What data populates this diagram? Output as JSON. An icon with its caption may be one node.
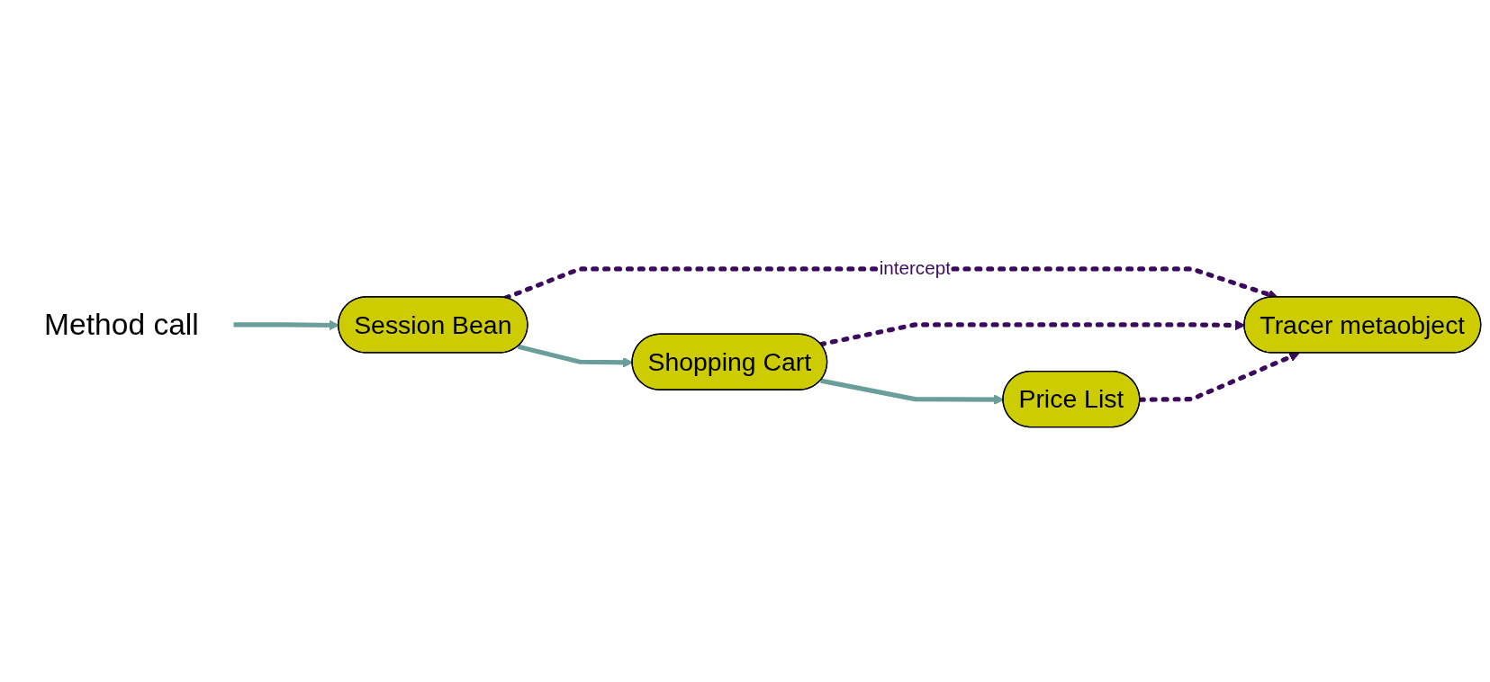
{
  "diagram": {
    "nodes": [
      {
        "text": [
          "Tracer metaobject"
        ]
      },
      {
        "text": [
          "Session Bean"
        ]
      },
      {
        "text": [
          "Shopping Cart"
        ]
      },
      {
        "text": [
          "Price List"
        ]
      },
      {
        "text": [
          "Method call"
        ]
      }
    ],
    "edges": [
      {
        "from": 4,
        "to": 1,
        "arrow": "to",
        "color": "#6a9e9a"
      },
      {
        "from": 1,
        "to": 0,
        "arrow": "to",
        "label": "intercept",
        "style": "dashed",
        "color": "#3b0a5c"
      },
      {
        "from": 1,
        "to": 2,
        "arrow": "to",
        "color": "#6a9e9a"
      },
      {
        "from": 2,
        "to": 0,
        "arrow": "to",
        "style": "dashed",
        "color": "#3b0a5c"
      },
      {
        "from": 2,
        "to": 3,
        "arrow": "to",
        "color": "#6a9e9a"
      },
      {
        "from": 3,
        "to": 0,
        "arrow": "to",
        "style": "dashed",
        "color": "#3b0a5c"
      }
    ]
  }
}
